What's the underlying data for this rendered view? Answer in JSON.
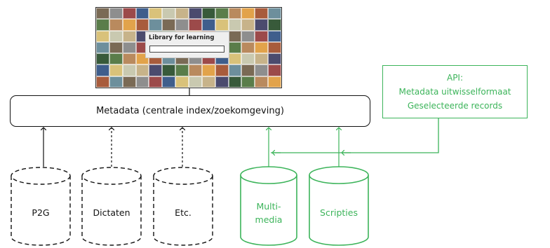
{
  "screenshot": {
    "title": "Library for learning",
    "tile_colors": [
      "#7a6a55",
      "#3f5e8c",
      "#c7b38a",
      "#5a7d4a",
      "#a85c3c",
      "#8e8e8e",
      "#d9c27a",
      "#4b4b6e",
      "#b98a5e",
      "#6d8f9c",
      "#9c4a4a",
      "#c9c9b0",
      "#385a3a",
      "#e2a34b"
    ]
  },
  "metadata_box": {
    "label": "Metadata (centrale index/zoekomgeving)"
  },
  "api_box": {
    "line1": "API:",
    "line2": "Metadata uitwisselformaat",
    "line3": "Geselecteerde records"
  },
  "databases": {
    "p2g": "P2G",
    "dictaten": "Dictaten",
    "etc": "Etc.",
    "multimedia_line1": "Multi-",
    "multimedia_line2": "media",
    "scripties": "Scripties"
  },
  "colors": {
    "black": "#111111",
    "green": "#3cb45a"
  }
}
